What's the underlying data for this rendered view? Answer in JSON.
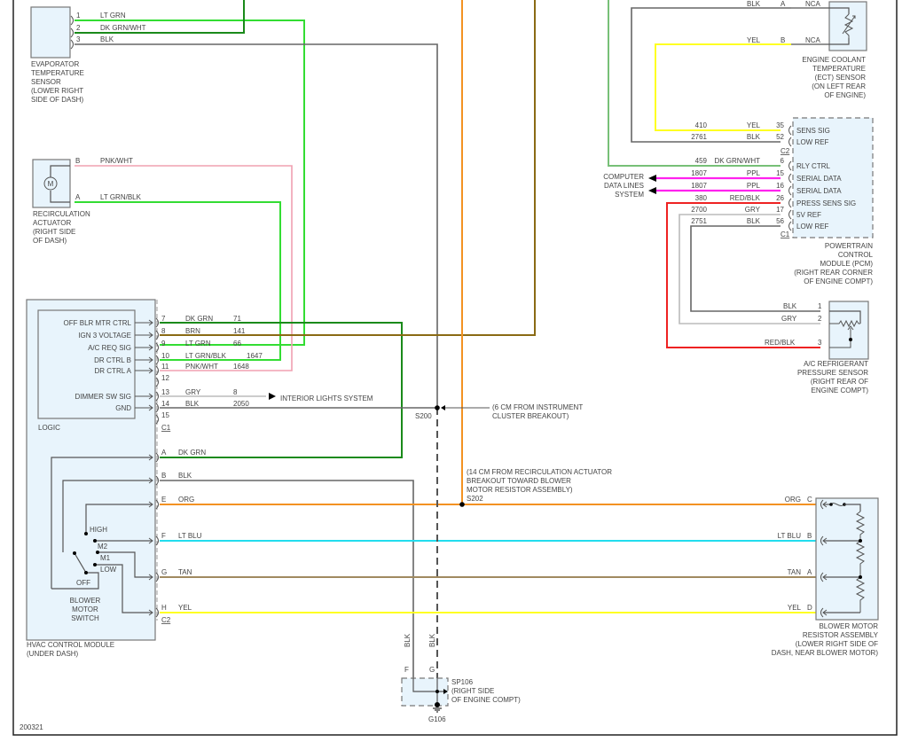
{
  "diagram_id": "200321",
  "colors": {
    "LT GRN": "#33dd33",
    "DK GRN": "#1a8a1a",
    "DK GRN/WHT": "#1a8a1a",
    "DK GRN/WHT_trunk": "#77c077",
    "BLK": "#666666",
    "PNK/WHT": "#f0a0b0",
    "LT GRN/BLK": "#33dd33",
    "BRN": "#8a6a14",
    "GRY": "#bbbbbb",
    "ORG": "#f39222",
    "LT BLU": "#22ddee",
    "TAN": "#a08a60",
    "YEL": "#ffff22",
    "PPL": "#ff22ee",
    "RED/BLK": "#ee2222"
  },
  "components": {
    "evap_sensor": {
      "label": [
        "EVAPORATOR",
        "TEMPERATURE",
        "SENSOR",
        "(LOWER RIGHT",
        "SIDE OF DASH)"
      ],
      "pins": [
        {
          "pin": "1",
          "color": "LT GRN"
        },
        {
          "pin": "2",
          "color": "DK GRN/WHT"
        },
        {
          "pin": "3",
          "color": "BLK"
        }
      ]
    },
    "recirc_actuator": {
      "label": [
        "RECIRCULATION",
        "ACTUATOR",
        "(RIGHT SIDE",
        "OF DASH)"
      ],
      "motor_symbol": "M",
      "pins": [
        {
          "pin": "B",
          "color": "PNK/WHT"
        },
        {
          "pin": "A",
          "color": "LT GRN/BLK"
        }
      ]
    },
    "hvac_module": {
      "label": [
        "HVAC CONTROL MODULE",
        "(UNDER DASH)"
      ],
      "logic_label": "LOGIC",
      "c1_label": "C1",
      "c2_label": "C2",
      "c1_pins": [
        {
          "pin": "7",
          "signal": "OFF BLR MTR CTRL",
          "color": "DK GRN",
          "circuit": "71"
        },
        {
          "pin": "8",
          "signal": "IGN 3 VOLTAGE",
          "color": "BRN",
          "circuit": "141"
        },
        {
          "pin": "9",
          "signal": "A/C REQ SIG",
          "color": "LT GRN",
          "circuit": "66"
        },
        {
          "pin": "10",
          "signal": "DR CTRL B",
          "color": "LT GRN/BLK",
          "circuit": "1647"
        },
        {
          "pin": "11",
          "signal": "DR CTRL A",
          "color": "PNK/WHT",
          "circuit": "1648"
        },
        {
          "pin": "12",
          "signal": "",
          "color": "",
          "circuit": ""
        },
        {
          "pin": "13",
          "signal": "DIMMER SW SIG",
          "color": "GRY",
          "circuit": "8"
        },
        {
          "pin": "14",
          "signal": "GND",
          "color": "BLK",
          "circuit": "2050"
        },
        {
          "pin": "15",
          "signal": "",
          "color": "",
          "circuit": ""
        }
      ],
      "c2_pins": [
        {
          "pin": "A",
          "color": "DK GRN"
        },
        {
          "pin": "B",
          "color": "BLK"
        },
        {
          "pin": "E",
          "color": "ORG"
        },
        {
          "pin": "F",
          "color": "LT BLU"
        },
        {
          "pin": "G",
          "color": "TAN"
        },
        {
          "pin": "H",
          "color": "YEL"
        }
      ],
      "switch": {
        "label": [
          "BLOWER",
          "MOTOR",
          "SWITCH"
        ],
        "positions": [
          "HIGH",
          "M2",
          "M1",
          "LOW",
          "OFF"
        ]
      }
    },
    "ect_sensor": {
      "label": [
        "ENGINE COOLANT",
        "TEMPERATURE",
        "(ECT) SENSOR",
        "(ON LEFT REAR",
        "OF ENGINE)"
      ],
      "pins": [
        {
          "pin": "A",
          "color": "BLK",
          "note": "NCA"
        },
        {
          "pin": "B",
          "color": "YEL",
          "note": "NCA"
        }
      ]
    },
    "pcm": {
      "label": [
        "POWERTRAIN",
        "CONTROL",
        "MODULE (PCM)",
        "(RIGHT REAR CORNER",
        "OF ENGINE COMPT)"
      ],
      "c2_label": "C2",
      "c1_label": "C1",
      "c2_pins": [
        {
          "circuit": "410",
          "color": "YEL",
          "pin": "35",
          "signal": "SENS SIG"
        },
        {
          "circuit": "2761",
          "color": "BLK",
          "pin": "52",
          "signal": "LOW REF"
        }
      ],
      "c1_pins": [
        {
          "circuit": "459",
          "color": "DK GRN/WHT",
          "pin": "6",
          "signal": "RLY CTRL"
        },
        {
          "circuit": "1807",
          "color": "PPL",
          "pin": "15",
          "signal": "SERIAL DATA"
        },
        {
          "circuit": "1807",
          "color": "PPL",
          "pin": "16",
          "signal": "SERIAL DATA"
        },
        {
          "circuit": "380",
          "color": "RED/BLK",
          "pin": "26",
          "signal": "PRESS SENS SIG"
        },
        {
          "circuit": "2700",
          "color": "GRY",
          "pin": "17",
          "signal": "5V REF"
        },
        {
          "circuit": "2751",
          "color": "BLK",
          "pin": "56",
          "signal": "LOW REF"
        }
      ]
    },
    "computer_data_lines": {
      "label": [
        "COMPUTER",
        "DATA LINES",
        "SYSTEM"
      ]
    },
    "ac_pressure_sensor": {
      "label": [
        "A/C REFRIGERANT",
        "PRESSURE SENSOR",
        "(RIGHT REAR OF",
        "ENGINE COMPT)"
      ],
      "pins": [
        {
          "pin": "1",
          "color": "BLK"
        },
        {
          "pin": "2",
          "color": "GRY"
        },
        {
          "pin": "3",
          "color": "RED/BLK"
        }
      ]
    },
    "blower_resistor": {
      "label": [
        "BLOWER MOTOR",
        "RESISTOR ASSEMBLY",
        "(LOWER RIGHT SIDE OF",
        "DASH, NEAR BLOWER MOTOR)"
      ],
      "pins": [
        {
          "pin": "C",
          "color": "ORG"
        },
        {
          "pin": "B",
          "color": "LT BLU"
        },
        {
          "pin": "A",
          "color": "TAN"
        },
        {
          "pin": "D",
          "color": "YEL"
        }
      ]
    },
    "ground": {
      "splice_label": [
        "SP106",
        "(RIGHT SIDE",
        "OF ENGINE COMPT)"
      ],
      "ground_label": "G106",
      "pins": [
        {
          "pin": "F",
          "color": "BLK"
        },
        {
          "pin": "G",
          "color": "BLK"
        }
      ]
    }
  },
  "splices": {
    "s200": {
      "label": "S200",
      "note": [
        "(6 CM FROM INSTRUMENT",
        "CLUSTER BREAKOUT)"
      ]
    },
    "s202": {
      "label": "S202",
      "note": [
        "(14 CM FROM RECIRCULATION ACTUATOR",
        "BREAKOUT TOWARD BLOWER",
        "MOTOR RESISTOR ASSEMBLY)"
      ]
    }
  },
  "interior_lights": "INTERIOR LIGHTS SYSTEM"
}
